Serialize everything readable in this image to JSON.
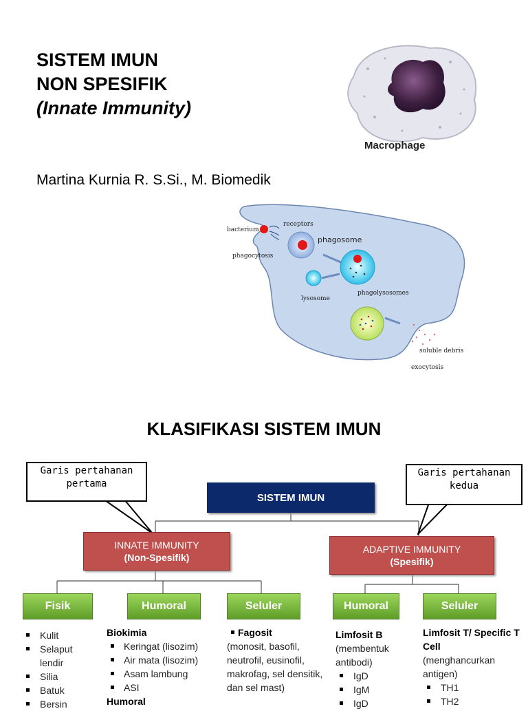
{
  "slide1": {
    "title_line1": "SISTEM IMUN",
    "title_line2": "NON SPESIFIK",
    "title_line3": "(Innate Immunity)",
    "author": "Martina Kurnia R. S.Si., M. Biomedik",
    "macrophage_label": "Macrophage",
    "diagram_labels": {
      "bacterium": "bacterium",
      "receptors": "receptors",
      "phagocytosis": "phagocytosis",
      "phagosome": "phagosome",
      "lysosome": "lysosome",
      "phagolysosomes": "phagolysosomes",
      "soluble_debris": "soluble debris",
      "exocytosis": "exocytosis"
    }
  },
  "slide2": {
    "title": "KLASIFIKASI SISTEM IMUN",
    "callout_left_line1": "Garis pertahanan",
    "callout_left_line2": "pertama",
    "callout_right_line1": "Garis pertahanan",
    "callout_right_line2": "kedua",
    "main_box": "SISTEM IMUN",
    "innate_line1": "INNATE IMMUNITY",
    "innate_line2": "(Non-Spesifik)",
    "adaptive_line1": "ADAPTIVE IMMUNITY",
    "adaptive_line2": "(Spesifik)",
    "fisik": {
      "label": "Fisik",
      "items": [
        "Kulit",
        "Selaput lendir",
        "Silia",
        "Batuk",
        "Bersin"
      ]
    },
    "humoral_innate": {
      "label": "Humoral",
      "heading": "Biokimia",
      "items": [
        "Keringat (lisozim)",
        "Air mata (lisozim)",
        "Asam lambung",
        "ASI"
      ],
      "heading2": "Humoral"
    },
    "seluler_innate": {
      "label": "Seluler",
      "item": "Fagosit",
      "desc": "(monosit, basofil, neutrofil, eusinofil, makrofag, sel densitik, dan sel mast)"
    },
    "humoral_adaptive": {
      "label": "Humoral",
      "heading": "Limfosit B",
      "desc": "(membentuk antibodi)",
      "items": [
        "IgD",
        "IgM",
        "IgD"
      ]
    },
    "seluler_adaptive": {
      "label": "Seluler",
      "heading": "Limfosit T/ Specific T Cell",
      "desc": "(menghancurkan antigen)",
      "items": [
        "TH1",
        "TH2"
      ]
    }
  },
  "colors": {
    "main_box": "#0c2a6b",
    "red_box": "#c0504d",
    "green_box": "#6fae35"
  }
}
